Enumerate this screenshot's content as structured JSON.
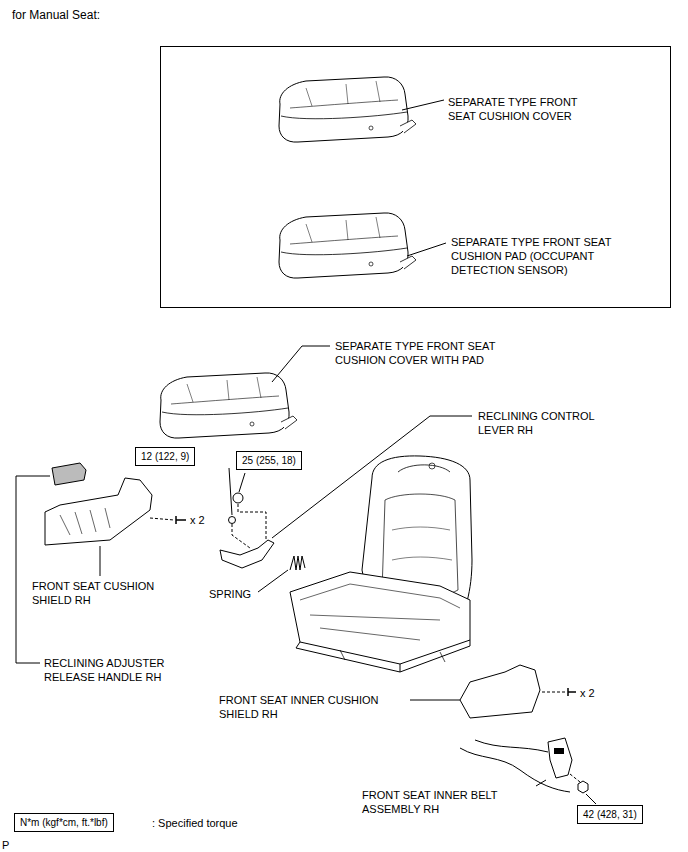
{
  "diagram": {
    "title": "for Manual Seat:",
    "nodes": [
      {
        "text": [
          "SEPARATE TYPE FRONT SEAT CUSHION COVER",
          "SEPARATE TYPE FRONT SEAT CUSHION PAD (OCCUPANT DETECTION SENSOR)"
        ]
      },
      {
        "text": [
          "12 (122, 9)"
        ]
      },
      {
        "text": [
          "25 (255, 18)"
        ]
      },
      {
        "text": [
          "42 (428, 31)"
        ]
      },
      {
        "text": [
          "N*m (kgf*cm, ft.*lbf)"
        ]
      }
    ],
    "labels": [
      "SEPARATE TYPE FRONT SEAT CUSHION COVER WITH PAD",
      "RECLINING CONTROL LEVER RH",
      "x 2",
      "FRONT SEAT CUSHION SHIELD RH",
      "SPRING",
      "RECLINING ADJUSTER RELEASE HANDLE RH",
      "FRONT SEAT INNER CUSHION SHIELD RH",
      "x 2",
      "FRONT SEAT INNER BELT ASSEMBLY RH",
      ": Specified torque",
      "P"
    ]
  }
}
